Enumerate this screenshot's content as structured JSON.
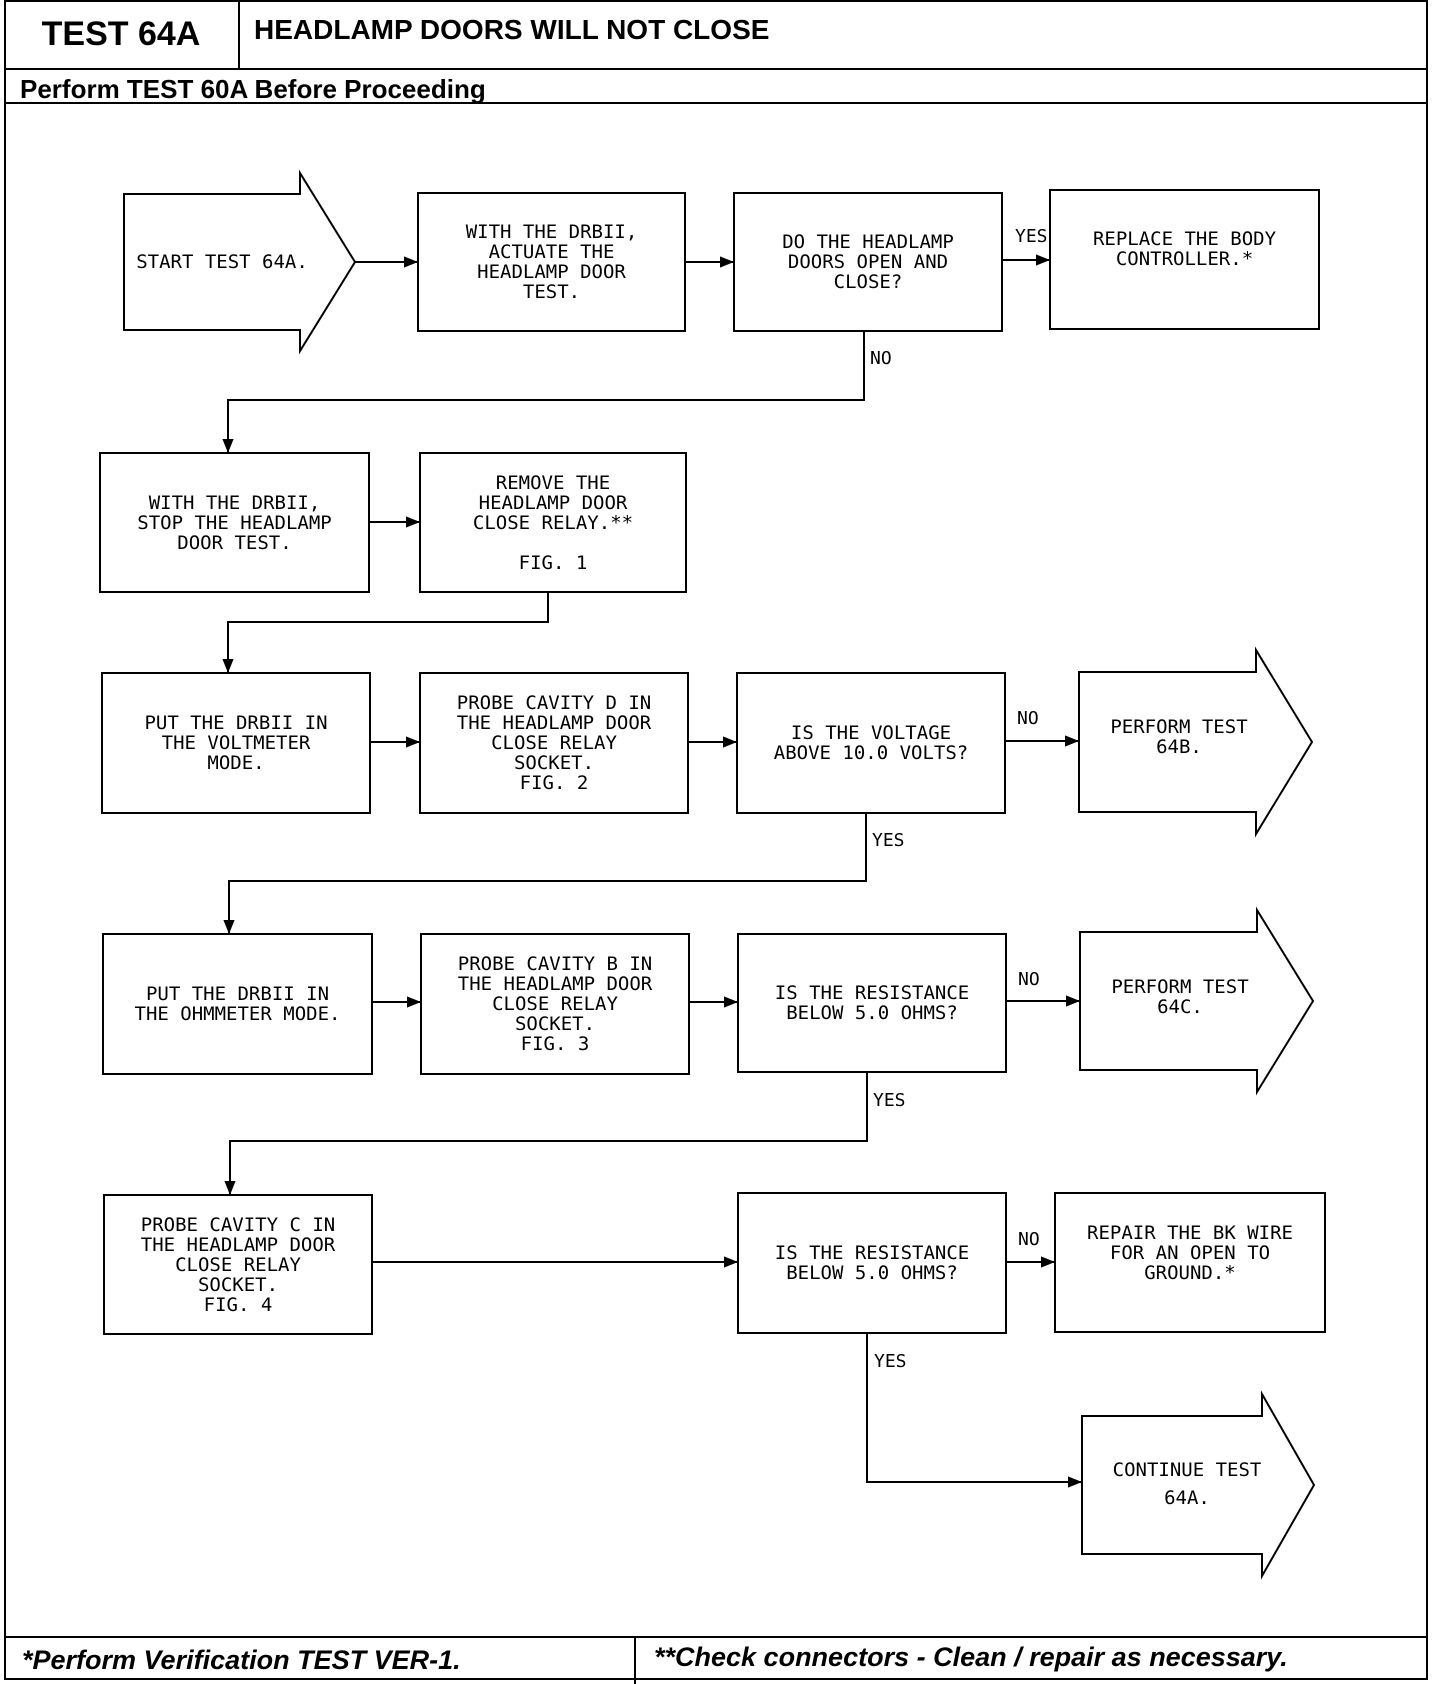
{
  "header": {
    "test_id": "TEST 64A",
    "title": "HEADLAMP DOORS WILL NOT CLOSE",
    "prerequisite": "Perform TEST 60A Before Proceeding"
  },
  "nodes": {
    "start": "START TEST 64A.",
    "actuate": "WITH THE DRBII,\nACTUATE THE\nHEADLAMP DOOR\nTEST.",
    "q_open_close": "DO THE HEADLAMP\nDOORS OPEN AND\nCLOSE?",
    "replace_bc": "REPLACE THE BODY\nCONTROLLER.*",
    "stop_test": "WITH THE DRBII,\nSTOP THE HEADLAMP\nDOOR TEST.",
    "remove_relay": "REMOVE THE\nHEADLAMP DOOR\nCLOSE RELAY.**\n\nFIG. 1",
    "voltmeter": "PUT THE DRBII IN\nTHE VOLTMETER\nMODE.",
    "probe_d": "PROBE CAVITY D IN\nTHE HEADLAMP DOOR\nCLOSE RELAY\nSOCKET.\nFIG. 2",
    "q_voltage": "IS THE VOLTAGE\nABOVE 10.0 VOLTS?",
    "test_64b": "PERFORM TEST\n64B.",
    "ohmmeter": "PUT THE DRBII IN\nTHE OHMMETER MODE.",
    "probe_b": "PROBE CAVITY B IN\nTHE HEADLAMP DOOR\nCLOSE RELAY\nSOCKET.\nFIG. 3",
    "q_resist_1": "IS THE RESISTANCE\nBELOW 5.0 OHMS?",
    "test_64c": "PERFORM TEST\n64C.",
    "probe_c": "PROBE CAVITY C IN\nTHE HEADLAMP DOOR\nCLOSE RELAY\nSOCKET.\nFIG. 4",
    "q_resist_2": "IS THE RESISTANCE\nBELOW 5.0 OHMS?",
    "repair_bk": "REPAIR THE BK WIRE\nFOR AN OPEN TO\nGROUND.*",
    "continue": "CONTINUE TEST\n64A."
  },
  "edge_labels": {
    "q1_yes": "YES",
    "q1_no": "NO",
    "q2_no": "NO",
    "q2_yes": "YES",
    "q3_no": "NO",
    "q3_yes": "YES",
    "q4_no": "NO",
    "q4_yes": "YES"
  },
  "footer": {
    "left": "*Perform Verification TEST VER-1.",
    "right": "**Check connectors - Clean / repair as necessary."
  }
}
